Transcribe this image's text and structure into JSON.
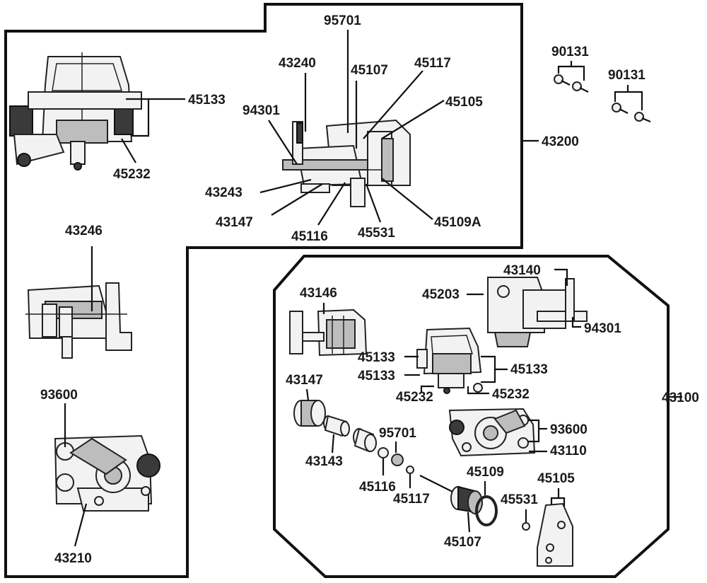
{
  "groups": {
    "upper": "43200",
    "lower": "43100"
  },
  "labels": {
    "p45133_top": "45133",
    "p45232_top": "45232",
    "p43246": "43246",
    "p93600_left": "93600",
    "p43210": "43210",
    "p95701_top": "95701",
    "p43240": "43240",
    "p45107_top": "45107",
    "p45117_top": "45117",
    "p94301_top": "94301",
    "p45105_top": "45105",
    "p43243": "43243",
    "p43147_top": "43147",
    "p45116_top": "45116",
    "p45531_top": "45531",
    "p45109A": "45109A",
    "p90131_a": "90131",
    "p90131_b": "90131",
    "p43140": "43140",
    "p45203": "45203",
    "p94301_right": "94301",
    "p43146": "43146",
    "p45133_a": "45133",
    "p45133_b": "45133",
    "p45133_c": "45133",
    "p45232_a": "45232",
    "p45232_b": "45232",
    "p43147_low": "43147",
    "p43143": "43143",
    "p95701_low": "95701",
    "p45116_low": "45116",
    "p45117_low": "45117",
    "p93600_right": "93600",
    "p43110": "43110",
    "p45109": "45109",
    "p45105_low": "45105",
    "p45531_low": "45531",
    "p45107_low": "45107"
  }
}
